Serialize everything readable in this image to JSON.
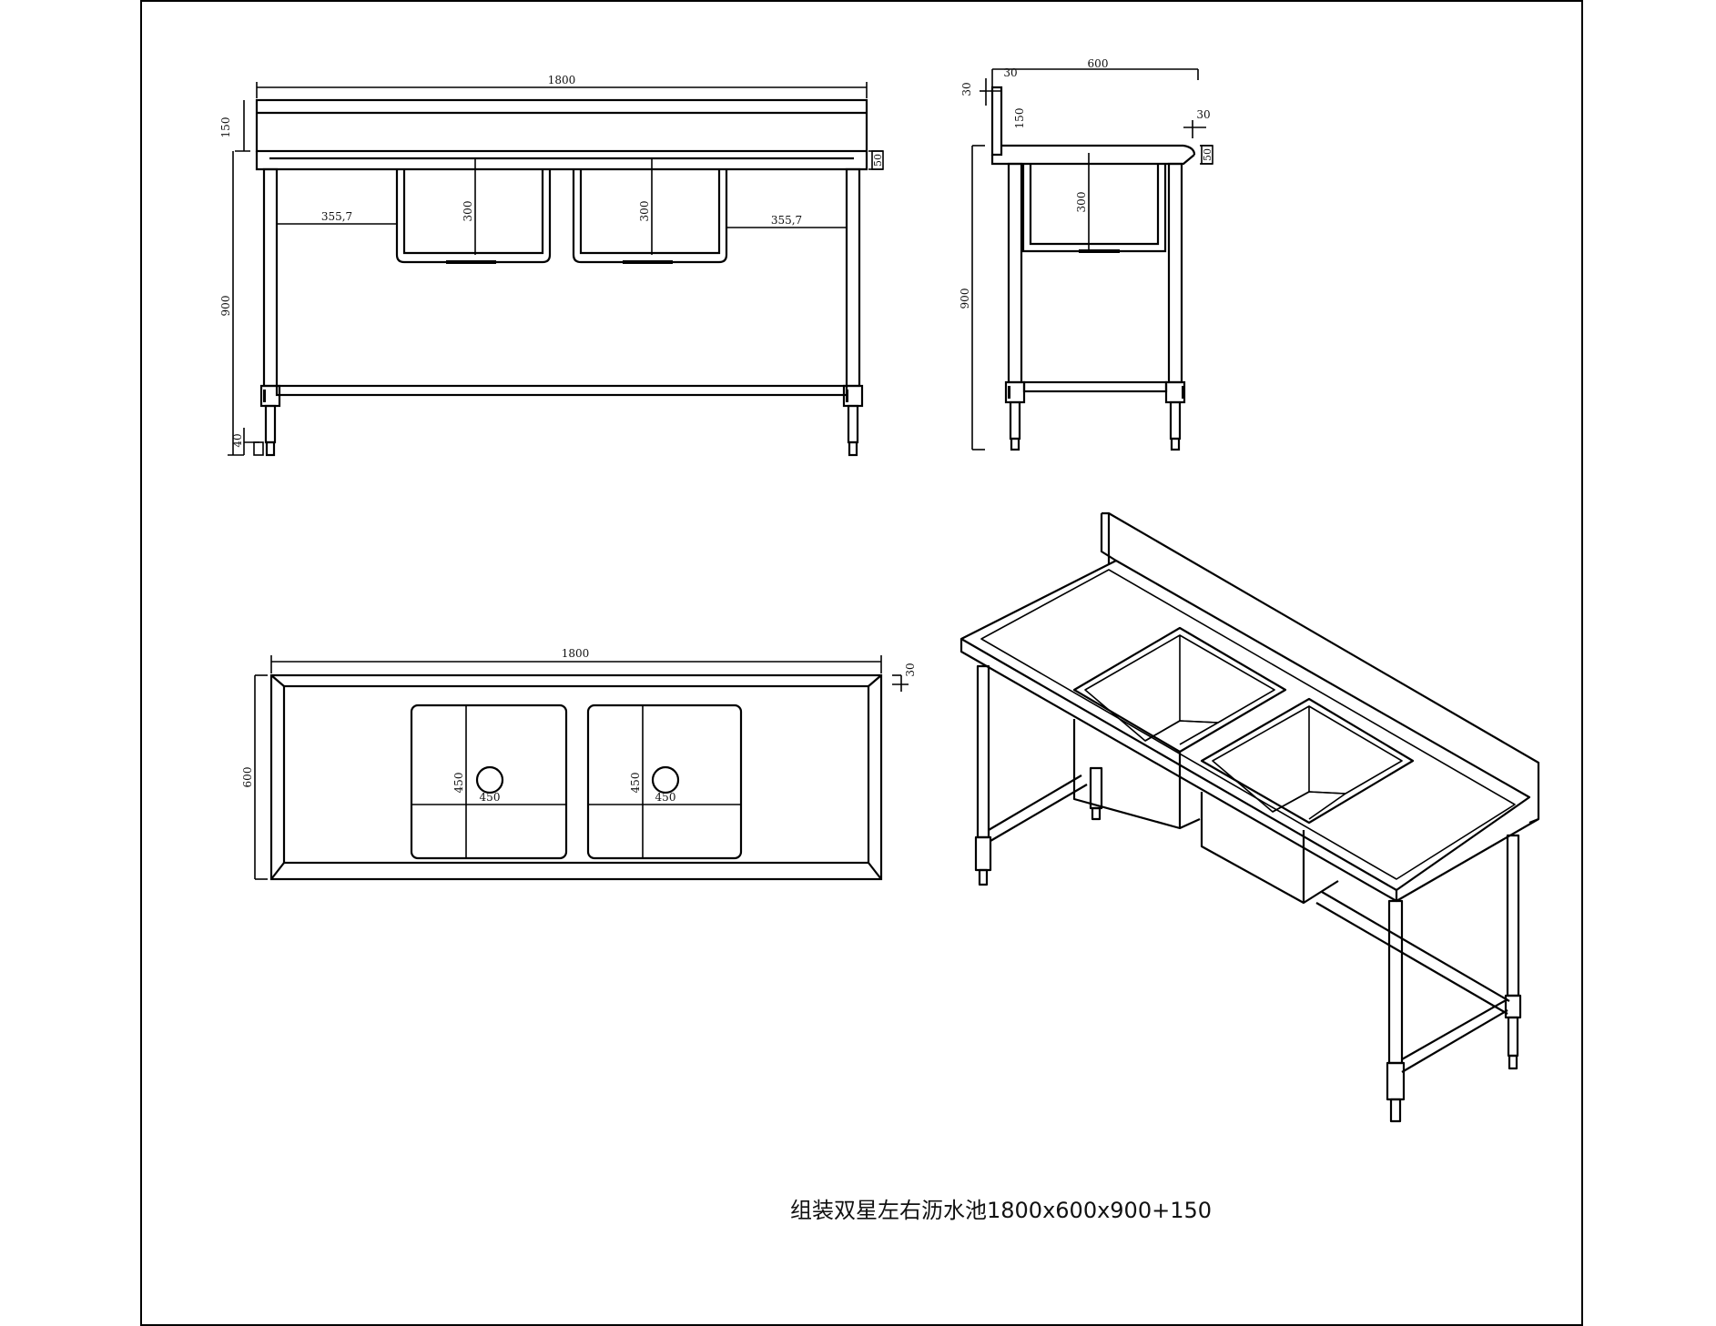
{
  "caption": "组装双星左右沥水池1800x600x900+150",
  "front_view": {
    "overall_length": "1800",
    "backsplash_height": "150",
    "table_height": "900",
    "foot_height": "40",
    "edge_height": "50",
    "bowl_depth_left": "300",
    "bowl_depth_right": "300",
    "drainboard_left": "355,7",
    "drainboard_right": "355,7"
  },
  "side_view": {
    "depth": "600",
    "upstand_thickness": "30",
    "upstand_top": "30",
    "backsplash_height": "150",
    "front_lip": "30",
    "edge_height": "50",
    "bowl_depth": "300",
    "table_height": "900"
  },
  "top_view": {
    "overall_length": "1800",
    "depth": "600",
    "rim": "30",
    "bowl_left_width": "450",
    "bowl_left_length": "450",
    "bowl_right_width": "450",
    "bowl_right_length": "450"
  }
}
